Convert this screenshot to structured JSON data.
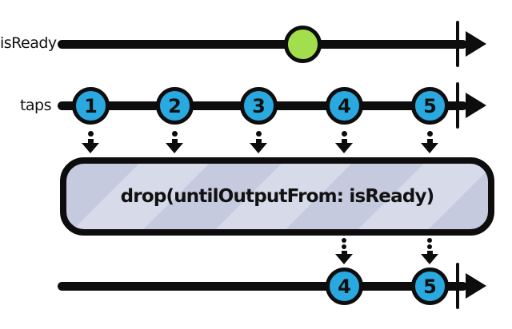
{
  "labels": {
    "isready_timeline": "isReady",
    "taps_timeline": "taps"
  },
  "operator_box": {
    "label": "drop(untilOutputFrom: isReady)"
  },
  "taps_marbles": [
    "1",
    "2",
    "3",
    "4",
    "5"
  ],
  "output_marbles": [
    "4",
    "5"
  ],
  "isready_events": [
    {
      "type": "next",
      "marble": "green-circle",
      "value": ""
    }
  ],
  "colors": {
    "marble_blue": "#2AA8E0",
    "marble_green": "#A3DF4C",
    "stroke_black": "#0D0D0D",
    "box_fill": "#C5CADF",
    "box_stripe": "#D7DAE9",
    "background": "#FFFFFF"
  }
}
